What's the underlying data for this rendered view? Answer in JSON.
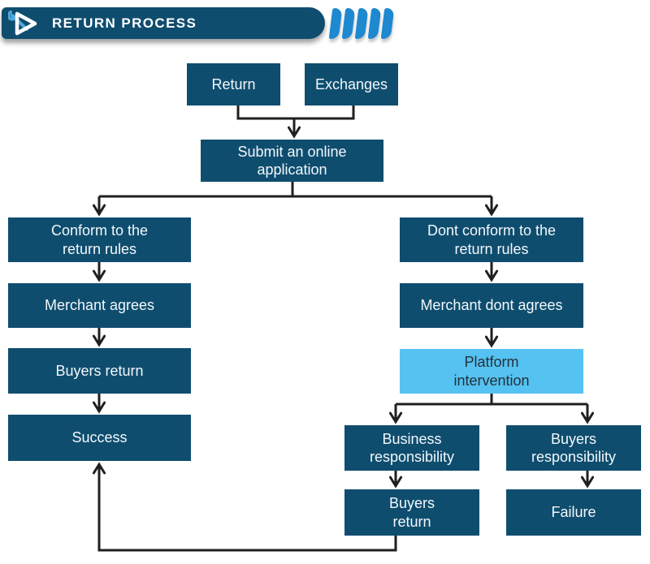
{
  "header": {
    "title": "RETURN PROCESS",
    "logo": "tools-play-logo",
    "decor_bars": 5
  },
  "colors": {
    "navy": "#0f4d6e",
    "light_blue": "#55c2f1",
    "accent_blue": "#1e88d1",
    "line": "#1f1f1f",
    "box_text": "#f2f8fc",
    "light_box_text": "#22313b"
  },
  "nodes": {
    "return": {
      "label": "Return"
    },
    "exchanges": {
      "label": "Exchanges"
    },
    "submit": {
      "label": "Submit an online\napplication"
    },
    "conform": {
      "label": "Conform to the\nreturn rules"
    },
    "merchant_agrees": {
      "label": "Merchant agrees"
    },
    "buyers_return_left": {
      "label": "Buyers return"
    },
    "success": {
      "label": "Success"
    },
    "dont_conform": {
      "label": "Dont conform to the\nreturn rules"
    },
    "merchant_dont_agrees": {
      "label": "Merchant dont agrees"
    },
    "platform": {
      "label": "Platform\nintervention"
    },
    "business_responsibility": {
      "label": "Business\nresponsibility"
    },
    "buyers_responsibility": {
      "label": "Buyers\nresponsibility"
    },
    "buyers_return_right": {
      "label": "Buyers\nreturn"
    },
    "failure": {
      "label": "Failure"
    }
  }
}
